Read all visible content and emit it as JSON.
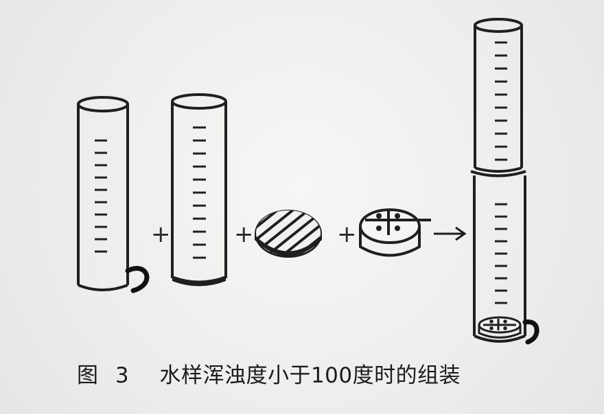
{
  "figure": {
    "caption_label": "图",
    "caption_number": "3",
    "caption_text": "水样浑浊度小于100度时的组装"
  },
  "tokens": {
    "ink": "#1f1f1f",
    "paper": "#efefed"
  },
  "operators": {
    "plus_1": "+",
    "plus_2": "+",
    "plus_3": "+"
  },
  "icons": {
    "arrow": "arrow-right-icon"
  }
}
